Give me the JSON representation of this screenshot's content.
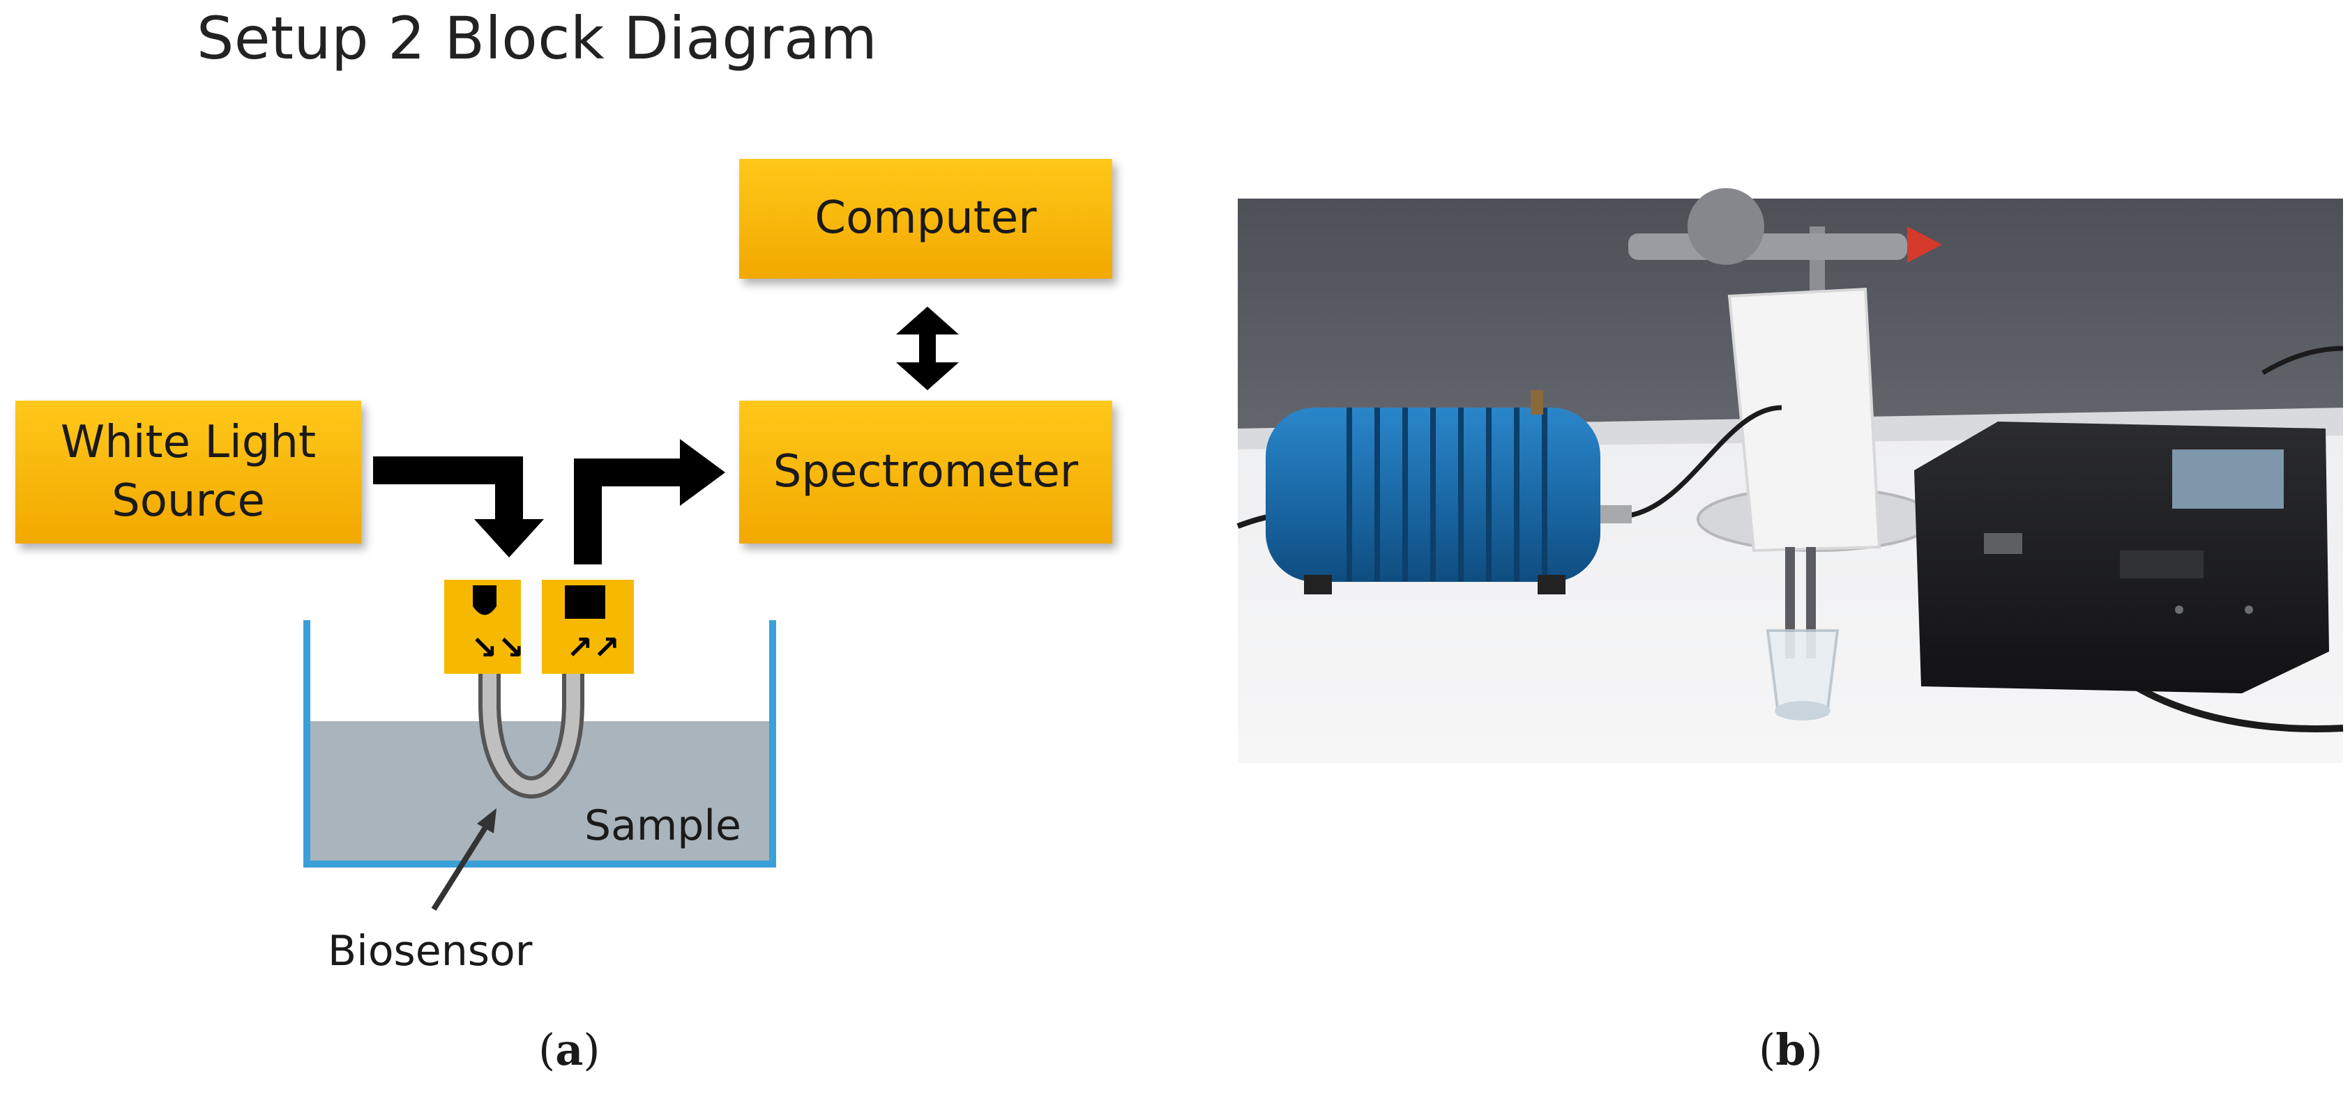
{
  "figure": {
    "panel_a": {
      "title": "Setup 2 Block Diagram",
      "blocks": {
        "computer": "Computer",
        "spectrometer": "Spectrometer",
        "light_source_line1": "White Light",
        "light_source_line2": "Source"
      },
      "labels": {
        "sample": "Sample",
        "biosensor": "Biosensor"
      },
      "caption_letter": "a"
    },
    "panel_b": {
      "caption_letter": "b"
    }
  },
  "colors": {
    "block_fill": "#f7b900",
    "container_outline": "#3aa0d8",
    "sample_liquid": "#aab4bc",
    "arrow": "#000000"
  }
}
